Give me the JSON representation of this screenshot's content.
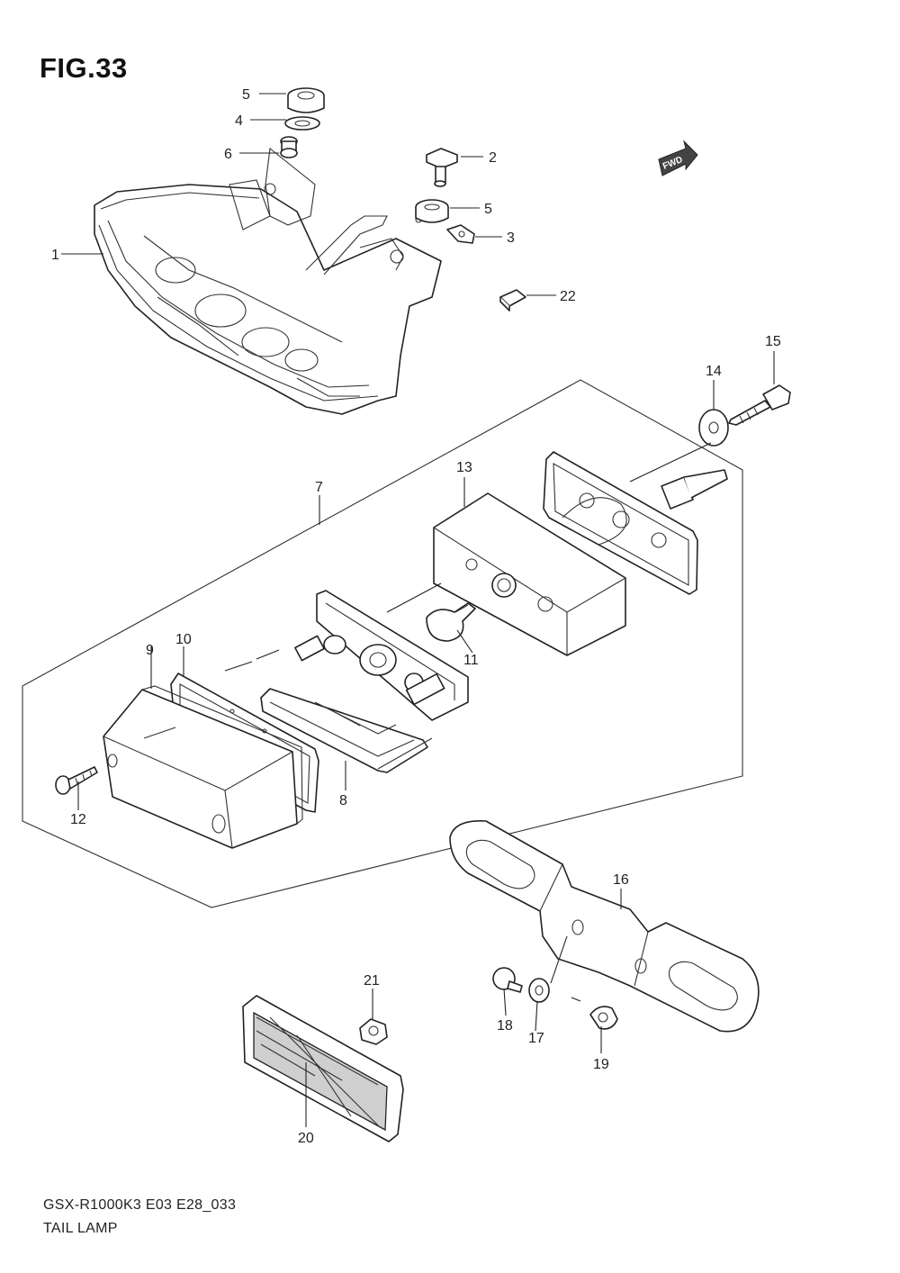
{
  "figure": {
    "title": "FIG.33",
    "code": "GSX-R1000K3 E03 E28_033",
    "name": "TAIL LAMP",
    "direction_badge": "FWD"
  },
  "callouts": [
    "1",
    "2",
    "3",
    "4",
    "5",
    "5",
    "6",
    "7",
    "8",
    "9",
    "10",
    "11",
    "12",
    "13",
    "14",
    "15",
    "16",
    "17",
    "18",
    "19",
    "20",
    "21",
    "22"
  ]
}
